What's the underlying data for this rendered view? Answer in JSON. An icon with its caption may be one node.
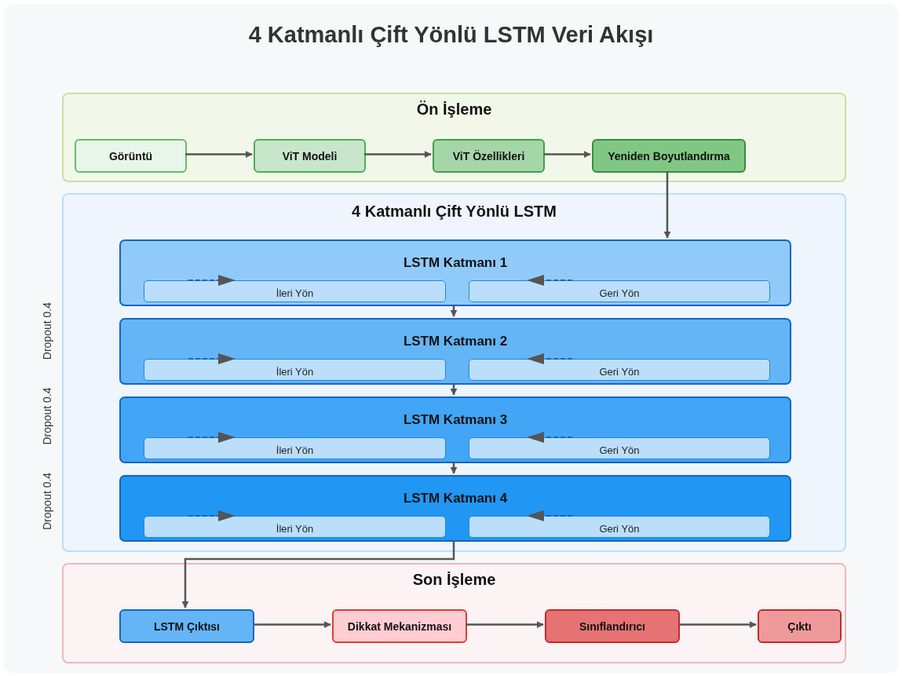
{
  "diagram": {
    "title": "4 Katmanlı Çift Yönlü LSTM Veri Akışı",
    "nodes": [
      {
        "text": [
          "Ön İşleme"
        ]
      },
      {
        "text": [
          "Görüntü"
        ],
        "in": 0
      },
      {
        "text": [
          "ViT Modeli"
        ],
        "in": 0
      },
      {
        "text": [
          "ViT Özellikleri"
        ],
        "in": 0
      },
      {
        "text": [
          "Yeniden Boyutlandırma"
        ],
        "in": 0
      },
      {
        "text": [
          "4 Katmanlı Çift Yönlü LSTM"
        ]
      },
      {
        "text": [
          "LSTM Katmanı 1"
        ],
        "in": 5
      },
      {
        "text": [
          "İleri Yön"
        ],
        "in": 6
      },
      {
        "text": [
          "Geri Yön"
        ],
        "in": 6
      },
      {
        "text": [
          "LSTM Katmanı 2"
        ],
        "in": 5
      },
      {
        "text": [
          "İleri Yön"
        ],
        "in": 9
      },
      {
        "text": [
          "Geri Yön"
        ],
        "in": 9
      },
      {
        "text": [
          "LSTM Katmanı 3"
        ],
        "in": 5
      },
      {
        "text": [
          "İleri Yön"
        ],
        "in": 12
      },
      {
        "text": [
          "Geri Yön"
        ],
        "in": 12
      },
      {
        "text": [
          "LSTM Katmanı 4"
        ],
        "in": 5
      },
      {
        "text": [
          "İleri Yön"
        ],
        "in": 15
      },
      {
        "text": [
          "Geri Yön"
        ],
        "in": 15
      },
      {
        "text": [
          "Son İşleme"
        ]
      },
      {
        "text": [
          "LSTM Çıktısı"
        ],
        "in": 18
      },
      {
        "text": [
          "Dikkat Mekanizması"
        ],
        "in": 18
      },
      {
        "text": [
          "Sınıflandırıcı"
        ],
        "in": 18
      },
      {
        "text": [
          "Çıktı"
        ],
        "in": 18
      }
    ],
    "edges": [
      {
        "from": 1,
        "to": 2,
        "arrow": "to"
      },
      {
        "from": 2,
        "to": 3,
        "arrow": "to"
      },
      {
        "from": 3,
        "to": 4,
        "arrow": "to"
      },
      {
        "from": 4,
        "to": 6,
        "arrow": "to"
      },
      {
        "from": 6,
        "to": 9,
        "arrow": "to"
      },
      {
        "from": 9,
        "to": 12,
        "arrow": "to"
      },
      {
        "from": 12,
        "to": 15,
        "arrow": "to"
      },
      {
        "from": 15,
        "to": 19,
        "arrow": "to"
      },
      {
        "from": 19,
        "to": 20,
        "arrow": "to"
      },
      {
        "from": 20,
        "to": 21,
        "arrow": "to"
      },
      {
        "from": 21,
        "to": 22,
        "arrow": "to"
      }
    ],
    "labels": [
      "Dropout 0.4",
      "Dropout 0.4",
      "Dropout 0.4"
    ]
  }
}
